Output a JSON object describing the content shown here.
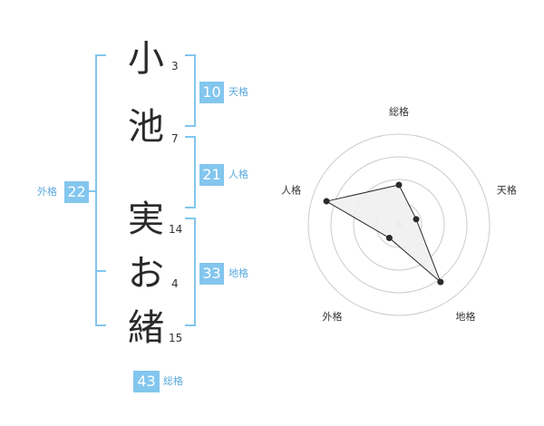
{
  "name": {
    "characters": [
      {
        "char": "小",
        "strokes": "3"
      },
      {
        "char": "池",
        "strokes": "7"
      },
      {
        "char": "実",
        "strokes": "14"
      },
      {
        "char": "お",
        "strokes": "4"
      },
      {
        "char": "緒",
        "strokes": "15"
      }
    ]
  },
  "scores": {
    "tenkaku": {
      "value": "10",
      "label": "天格"
    },
    "jinkaku": {
      "value": "21",
      "label": "人格"
    },
    "chikaku": {
      "value": "33",
      "label": "地格"
    },
    "gaikaku": {
      "value": "22",
      "label": "外格"
    },
    "soukaku": {
      "value": "43",
      "label": "総格"
    }
  },
  "colors": {
    "accent": "#83c6ee",
    "radar_fill": "#efefef",
    "radar_line": "#2b2b2b",
    "grid": "#cccccc"
  },
  "chart_data": {
    "type": "radar",
    "axes": [
      "総格",
      "天格",
      "地格",
      "外格",
      "人格"
    ],
    "values": [
      2.2,
      1.0,
      3.9,
      0.9,
      4.2
    ],
    "rmax": 5,
    "rings": 4
  }
}
